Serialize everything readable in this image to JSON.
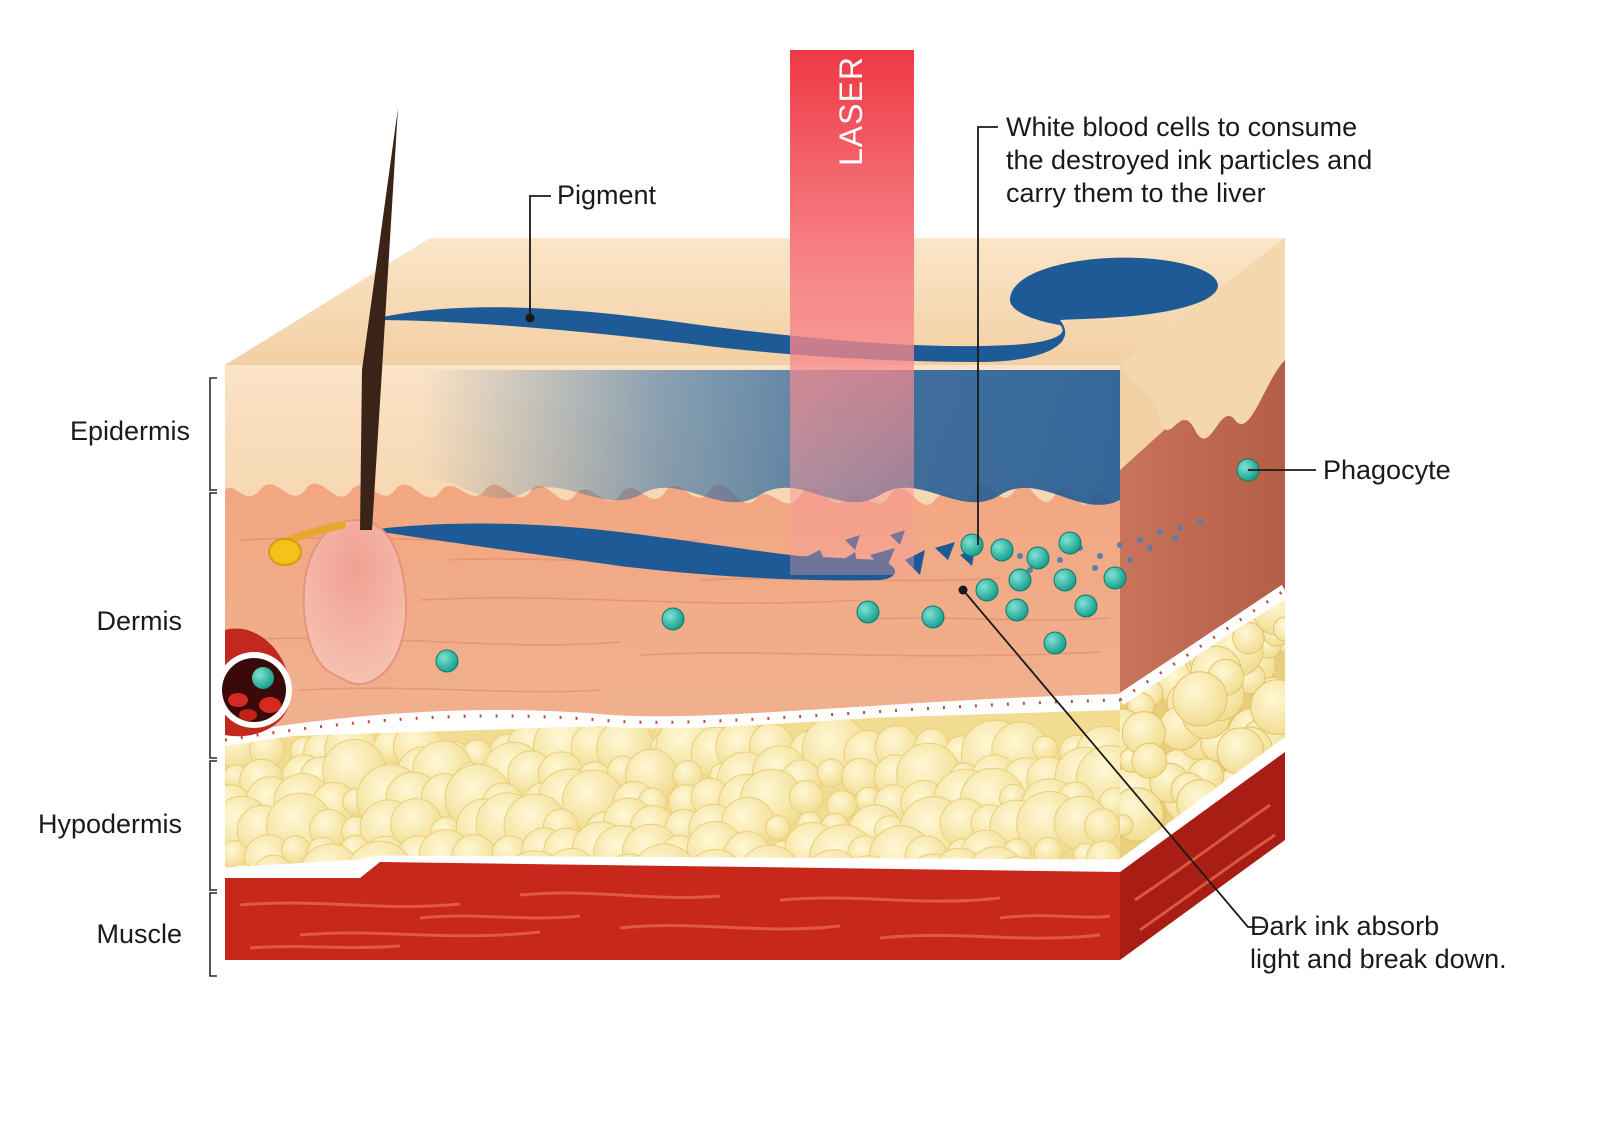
{
  "labels": {
    "laser": "LASER",
    "pigment": "Pigment",
    "wbc": [
      "White blood cells to consume",
      "the destroyed ink particles and",
      "carry them to the liver"
    ],
    "phagocyte": "Phagocyte",
    "dark_ink": [
      "Dark ink absorb",
      "light and break down."
    ]
  },
  "layers": [
    {
      "key": "epidermis",
      "label": "Epidermis"
    },
    {
      "key": "dermis",
      "label": "Dermis"
    },
    {
      "key": "hypodermis",
      "label": "Hypodermis"
    },
    {
      "key": "muscle",
      "label": "Muscle"
    }
  ],
  "colors": {
    "epidermis": "#f8dcb9",
    "dermis": "#f2a37f",
    "hypodermis_fat": "#f5e3a0",
    "muscle": "#c8281c",
    "pigment_ink": "#1e5a96",
    "laser": "#f04a55",
    "phagocyte": "#2bb8a6"
  },
  "icons": {
    "hair": "hair-shaft-icon",
    "blood_vessel": "blood-vessel-icon",
    "phagocyte": "phagocyte-icon"
  }
}
